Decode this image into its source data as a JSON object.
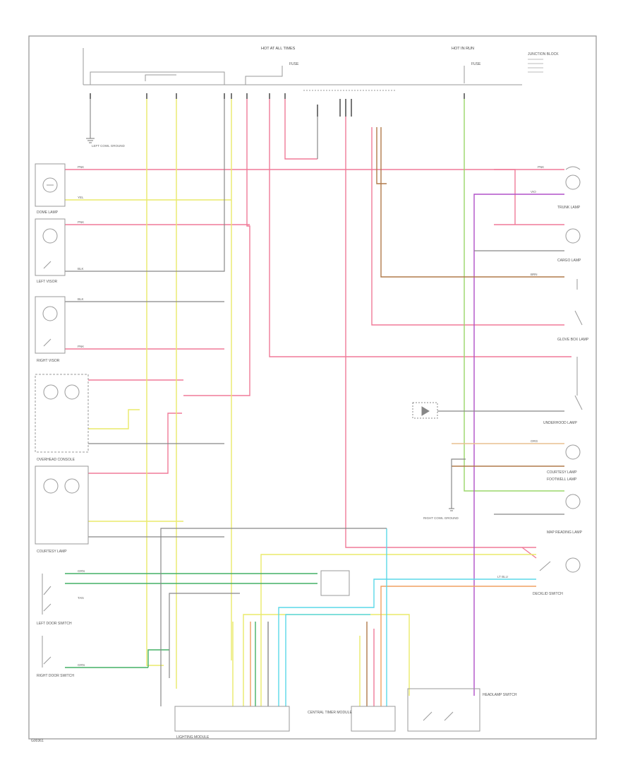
{
  "header": {
    "hot_at_all_times": "HOT AT ALL TIMES",
    "hot_in_run": "HOT IN RUN",
    "fuse_left": "FUSE",
    "fuse_right": "FUSE",
    "junction_block": "JUNCTION BLOCK"
  },
  "components": {
    "dome_lamp": "DOME LAMP",
    "left_visor": "LEFT VISOR",
    "right_visor": "RIGHT VISOR",
    "overhead_console": "OVERHEAD CONSOLE",
    "overhead_courtesy": "COURTESY LAMP",
    "left_door_switch": "LEFT DOOR SWITCH",
    "right_door_switch": "RIGHT DOOR SWITCH",
    "lighting_module": "LIGHTING MODULE",
    "central_timer": "CENTRAL TIMER MODULE",
    "trunk_lamp": "TRUNK LAMP",
    "cargo_lamp": "CARGO LAMP",
    "glovebox_lamp": "GLOVE BOX LAMP",
    "underhood_lamp": "UNDERHOOD LAMP",
    "courtesy_lamp_right": "COURTESY LAMP",
    "footwell_lamp": "FOOTWELL LAMP",
    "map_reading_lamp": "MAP READING LAMP",
    "decklid_switch": "DECKLID SWITCH",
    "headlamp_switch": "HEADLAMP SWITCH",
    "left_cowl_ground": "LEFT COWL GROUND",
    "right_cowl_ground": "RIGHT COWL GROUND"
  },
  "wires": {
    "pnk": "PNK",
    "yel": "YEL",
    "blk": "BLK",
    "grn": "GRN",
    "org": "ORG",
    "vio": "VIO",
    "lt_blu": "LT BLU",
    "tan": "TAN",
    "brn": "BRN"
  },
  "footer": {
    "code": "G00361"
  }
}
